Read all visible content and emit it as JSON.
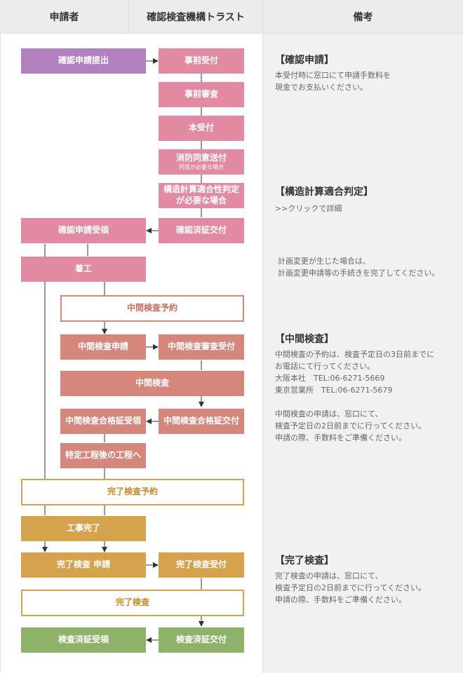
{
  "header": {
    "col_applicant": "申請者",
    "col_agency": "確認検査機構トラスト",
    "col_notes": "備考"
  },
  "flow": {
    "submit": "確認申請提出",
    "pre_accept": "事前受付",
    "pre_review": "事前審査",
    "main_accept": "本受付",
    "fire_consent": "消防同意送付",
    "fire_consent_sub": "同意が必要な場合",
    "structural_line1": "構造計算適合性判定",
    "structural_line2": "が必要な場合",
    "cert_issue": "確認済証交付",
    "cert_receive": "確認申請受領",
    "construction_start": "着工",
    "mid_reserve": "中間検査予約",
    "mid_apply": "中間検査申請",
    "mid_review_accept": "中間検査審査受付",
    "mid_inspection": "中間検査",
    "mid_pass_receive": "中間検査合格証受領",
    "mid_pass_issue": "中間検査合格証交付",
    "after_process": "特定工程後の工程へ",
    "final_reserve": "完了検査予約",
    "construction_done": "工事完了",
    "final_apply": "完了検査 申請",
    "final_accept": "完了検査受付",
    "final_inspection": "完了検査",
    "final_cert_receive": "検査済証受領",
    "final_cert_issue": "検査済証交付"
  },
  "notes": {
    "confirm_title": "【確認申請】",
    "confirm_l1": "本受付時に窓口にて申請手数料を",
    "confirm_l2": "現金でお支払いください。",
    "struct_title": "【構造計算適合判定】",
    "struct_link": ">>クリックで詳細",
    "change_l1": "計画変更が生じた場合は、",
    "change_l2": "計画変更申請等の手続きを完了してください。",
    "mid_title": "【中間検査】",
    "mid_l1": "中間検査の予約は、検査予定日の3日前までに",
    "mid_l2": "お電話にて行ってください。",
    "mid_l3": "大阪本社　TEL:06-6271-5669",
    "mid_l4": "東京営業所　TEL:06-6271-5679",
    "mid_l5": "中間検査の申請は、窓口にて、",
    "mid_l6": "検査予定日の2日前までに行ってください。",
    "mid_l7": "申請の際、手数料をご準備ください。",
    "final_title": "【完了検査】",
    "final_l1": "完了検査の申請は、窓口にて、",
    "final_l2": "検査予定日の2日前までに行ってください。",
    "final_l3": "申請の際、手数料をご準備ください。"
  },
  "colors": {
    "applicant_submit": "#b081bd",
    "confirmation": "#e18aa2",
    "interim": "#d5877b",
    "completion": "#d5a24d",
    "certificate": "#8fb26a"
  }
}
